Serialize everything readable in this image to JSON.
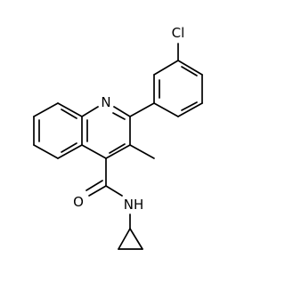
{
  "diagram": {
    "type": "chemical-structure",
    "atom_labels": {
      "chlorine": "Cl",
      "ring_nitrogen": "N",
      "amide_oxygen": "O",
      "amide_nitrogen": "NH"
    },
    "colors": {
      "background": "#ffffff",
      "ink": "#000000"
    }
  }
}
